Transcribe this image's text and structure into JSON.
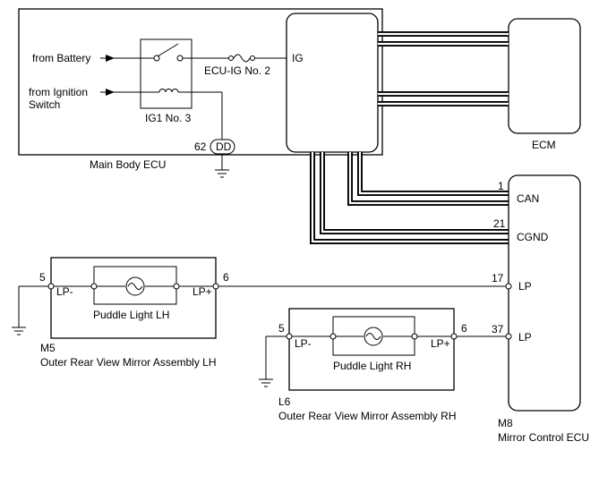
{
  "main_body_ecu": {
    "label": "Main Body ECU",
    "from_battery": "from Battery",
    "from_ignition_line1": "from Ignition",
    "from_ignition_line2": "Switch",
    "relay_label": "IG1 No. 3",
    "fuse_label": "ECU-IG No. 2",
    "ig_label": "IG",
    "connector_pin": "62",
    "connector_label": "DD"
  },
  "ecm": {
    "label": "ECM"
  },
  "mirror_control_ecu": {
    "connector": "M8",
    "label": "Mirror Control ECU",
    "pins": [
      {
        "number": "1",
        "name": "CAN"
      },
      {
        "number": "21",
        "name": "CGND"
      },
      {
        "number": "17",
        "name": "LP"
      },
      {
        "number": "37",
        "name": "LP"
      }
    ]
  },
  "mirror_lh": {
    "connector": "M5",
    "label": "Outer Rear View Mirror Assembly LH",
    "lamp_label": "Puddle Light LH",
    "pin_minus": "5",
    "pin_plus": "6",
    "term_minus": "LP-",
    "term_plus": "LP+"
  },
  "mirror_rh": {
    "connector": "L6",
    "label": "Outer Rear View Mirror Assembly RH",
    "lamp_label": "Puddle Light RH",
    "pin_minus": "5",
    "pin_plus": "6",
    "term_minus": "LP-",
    "term_plus": "LP+"
  }
}
